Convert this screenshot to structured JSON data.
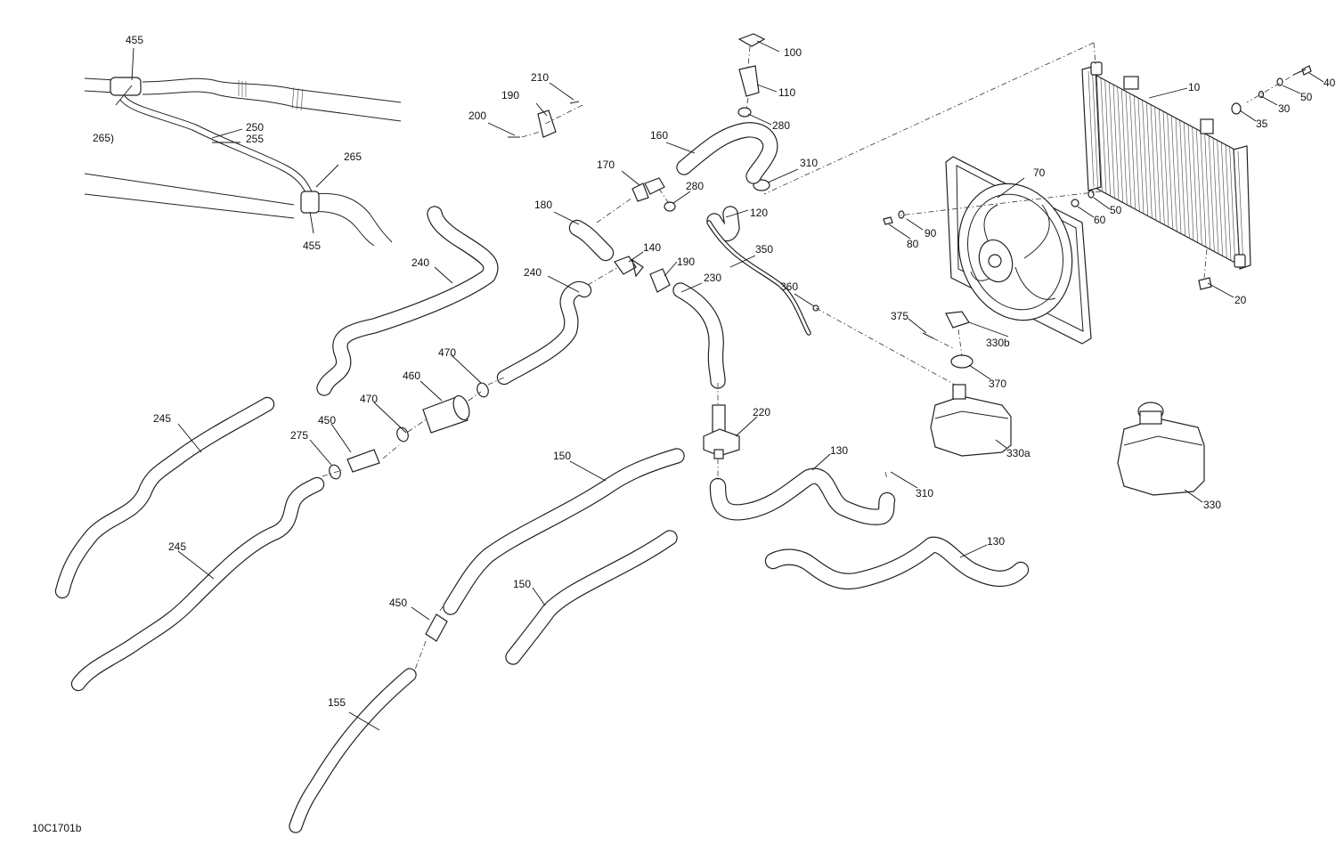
{
  "diagram_code": "10C1701b",
  "callouts": {
    "c455a": "455",
    "c265a": "265)",
    "c250": "250",
    "c255": "255",
    "c265b": "265",
    "c455b": "455",
    "c210": "210",
    "c190a": "190",
    "c200": "200",
    "c100": "100",
    "c110": "110",
    "c280a": "280",
    "c160": "160",
    "c310a": "310",
    "c170": "170",
    "c280b": "280",
    "c120": "120",
    "c180": "180",
    "c350": "350",
    "c140": "140",
    "c190b": "190",
    "c240a": "240",
    "c240b": "240",
    "c230": "230",
    "c360": "360",
    "c10": "10",
    "c40": "40",
    "c50a": "50",
    "c30": "30",
    "c35": "35",
    "c70": "70",
    "c50b": "50",
    "c60": "60",
    "c90": "90",
    "c80": "80",
    "c20": "20",
    "c375": "375",
    "c330b": "330b",
    "c370": "370",
    "c330a": "330a",
    "c330": "330",
    "c470a": "470",
    "c460": "460",
    "c470b": "470",
    "c450a": "450",
    "c275": "275",
    "c245a": "245",
    "c245b": "245",
    "c220": "220",
    "c150a": "150",
    "c130a": "130",
    "c310b": "310",
    "c130b": "130",
    "c150b": "150",
    "c450b": "450",
    "c155": "155"
  }
}
